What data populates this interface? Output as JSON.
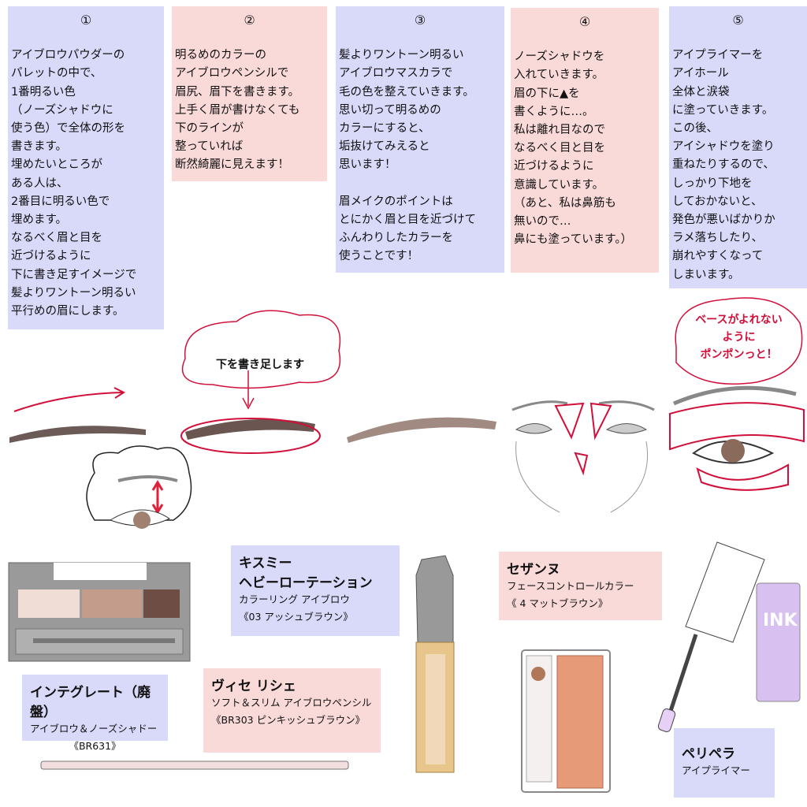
{
  "steps": [
    {
      "num": "①",
      "text": "アイブロウパウダーの\nパレットの中で、\n1番明るい色\n（ノーズシャドウに\n使う色）で全体の形を\n書きます。\n埋めたいところが\nある人は、\n2番目に明るい色で\n埋めます。\nなるべく眉と目を\n近づけるように\n下に書き足すイメージで\n髪よりワントーン明るい\n平行めの眉にします。"
    },
    {
      "num": "②",
      "text": "明るめのカラーの\nアイブロウペンシルで\n眉尻、眉下を書きます。\n上手く眉が書けなくても\n下のラインが\n整っていれば\n断然綺麗に見えます！"
    },
    {
      "num": "③",
      "text": "髪よりワントーン明るい\nアイブロウマスカラで\n毛の色を整えていきます。\n思い切って明るめの\nカラーにすると、\n垢抜けてみえると\n思います！\n\n眉メイクのポイントは\nとにかく眉と目を近づけて\nふんわりしたカラーを\n使うことです！"
    },
    {
      "num": "④",
      "text": "ノーズシャドウを\n入れていきます。\n眉の下に▲を\n書くように…。\n私は離れ目なので\nなるべく目と目を\n近づけるように\n意識しています。\n（あと、私は鼻筋も\n無いので…\n鼻にも塗っています。）"
    },
    {
      "num": "⑤",
      "text": "アイプライマーを\nアイホール\n全体と涙袋\nに塗っていきます。\nこの後、\nアイシャドウを塗り\n重ねたりするので、\nしっかり下地を\nしておかないと、\n発色が悪いばかりか\nラメ落ちしたり、\n崩れやすくなって\nしまいます。"
    }
  ],
  "annotations": {
    "draw_below": "下を書き足します",
    "primer_tip": "ベースがよれない\nように\nポンポンっと！"
  },
  "products": {
    "kissme": {
      "brand": "キスミー\nヘビーローテーション",
      "name": "カラーリング アイブロウ",
      "shade": "《03 アッシュブラウン》"
    },
    "integrate": {
      "brand": "インテグレート（廃盤）",
      "name": "アイブロウ＆ノーズシャドー",
      "shade": "《BR631》"
    },
    "visee": {
      "brand": "ヴィセ リシェ",
      "name": "ソフト＆スリム アイブロウペンシル",
      "shade": "《BR303 ピンキッシュブラウン》"
    },
    "cezanne": {
      "brand": "セザンヌ",
      "name": "フェースコントロールカラー",
      "shade": "《 4 マットブラウン》"
    },
    "peripera": {
      "brand": "ペリペラ",
      "name": "アイプライマー",
      "bottle_text": "INK"
    }
  },
  "colors": {
    "blue_box": "#d9d9fa",
    "pink_box": "#fad9d9",
    "annotation_red": "#d0103a"
  }
}
